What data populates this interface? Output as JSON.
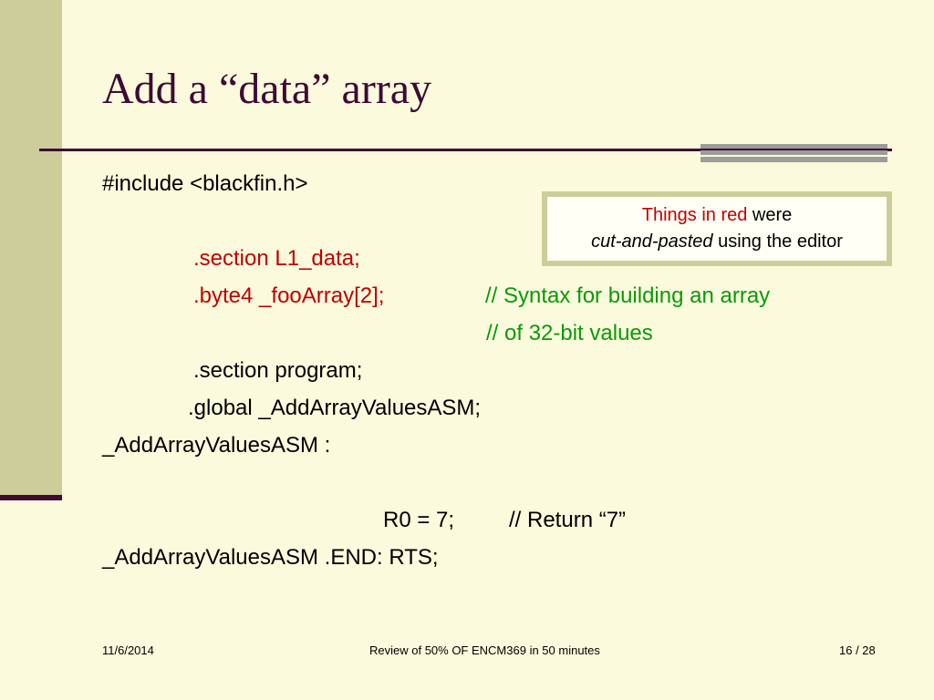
{
  "slide": {
    "title": "Add a “data” array",
    "callout": {
      "line1_red": "Things in red",
      "line1_rest": " were",
      "line2_italic": "cut-and-pasted",
      "line2_rest": " using the editor"
    },
    "code": {
      "include": "#include <blackfin.h>",
      "section_data": ".section L1_data;",
      "byte4_decl": ".byte4 _fooArray[2];",
      "comment_syntax": "// Syntax for building an array",
      "comment_values": "// of 32-bit values",
      "section_program": ".section program;",
      "global_decl": ".global _AddArrayValuesASM;",
      "label": "_AddArrayValuesASM :",
      "assign": "R0 = 7;",
      "comment_return": "// Return “7”",
      "end_line": "_AddArrayValuesASM .END: RTS;"
    },
    "footer": {
      "date": "11/6/2014",
      "center": "Review of 50% OF ENCM369 in  50 minutes",
      "page": "16 / 28"
    }
  },
  "colors": {
    "accent": "#3d0b34",
    "band": "#cdcd9b",
    "background": "#fbfadc",
    "red": "#c00000",
    "green": "#0a9a0a"
  }
}
